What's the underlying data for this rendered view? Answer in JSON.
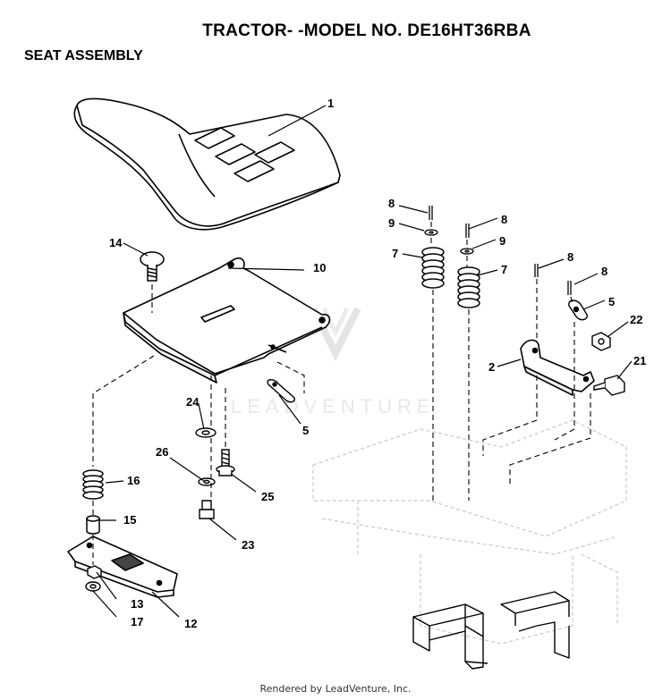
{
  "header": {
    "title": "TRACTOR- -MODEL NO. DE16HT36RBA",
    "section": "SEAT ASSEMBLY"
  },
  "watermark": {
    "text": "LEADVENTURE"
  },
  "footer": {
    "text": "Rendered by LeadVenture, Inc."
  },
  "callouts": [
    {
      "id": "c1",
      "label": "1"
    },
    {
      "id": "c2",
      "label": "2"
    },
    {
      "id": "c5a",
      "label": "5"
    },
    {
      "id": "c5b",
      "label": "5"
    },
    {
      "id": "c7a",
      "label": "7"
    },
    {
      "id": "c7b",
      "label": "7"
    },
    {
      "id": "c8a",
      "label": "8"
    },
    {
      "id": "c8b",
      "label": "8"
    },
    {
      "id": "c8c",
      "label": "8"
    },
    {
      "id": "c8d",
      "label": "8"
    },
    {
      "id": "c9a",
      "label": "9"
    },
    {
      "id": "c9b",
      "label": "9"
    },
    {
      "id": "c10",
      "label": "10"
    },
    {
      "id": "c12",
      "label": "12"
    },
    {
      "id": "c13",
      "label": "13"
    },
    {
      "id": "c14",
      "label": "14"
    },
    {
      "id": "c15",
      "label": "15"
    },
    {
      "id": "c16",
      "label": "16"
    },
    {
      "id": "c17",
      "label": "17"
    },
    {
      "id": "c21",
      "label": "21"
    },
    {
      "id": "c22",
      "label": "22"
    },
    {
      "id": "c23",
      "label": "23"
    },
    {
      "id": "c24",
      "label": "24"
    },
    {
      "id": "c25",
      "label": "25"
    },
    {
      "id": "c26",
      "label": "26"
    }
  ]
}
